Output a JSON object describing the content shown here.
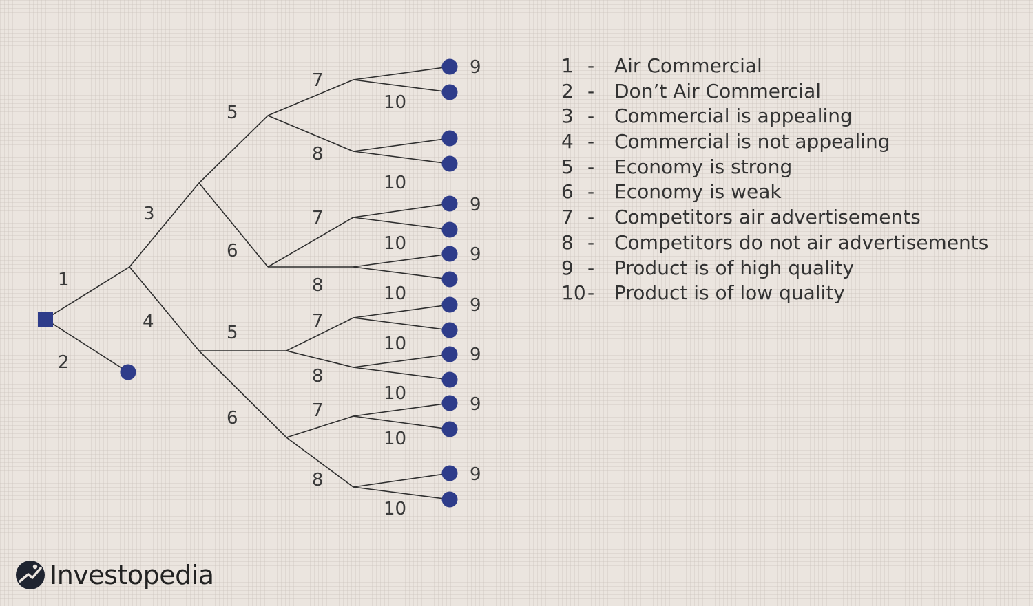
{
  "diagram": {
    "edge_labels": {
      "air": "1",
      "dont_air": "2",
      "appealing": "3",
      "not_appealing": "4",
      "a_strong": "5",
      "a_weak": "6",
      "as_comp_air": "7",
      "as_comp_not": "8",
      "aw_comp_air": "7",
      "aw_comp_not": "8",
      "n_strong": "5",
      "n_weak": "6",
      "ns_comp_air": "7",
      "ns_comp_not": "8",
      "nw_comp_air": "7",
      "nw_comp_not": "8",
      "q1_low": "10",
      "q2_low": "10",
      "q3_low": "10",
      "q4_low": "10",
      "q5_low": "10",
      "q6_low": "10",
      "q7_low": "10",
      "q8_low": "10",
      "leaf1_high": "9",
      "leaf3_high": "9",
      "leaf4_high": "9",
      "leaf5_high": "9",
      "leaf6_high": "9",
      "leaf7_high": "9",
      "leaf8_high": "9"
    },
    "colors": {
      "node": "#2e3c8a",
      "edge": "#2e2e2e",
      "background": "#ebe5df"
    }
  },
  "legend": [
    {
      "num": "1",
      "dash": "-",
      "label": "Air Commercial"
    },
    {
      "num": "2",
      "dash": "-",
      "label": "Don’t Air Commercial"
    },
    {
      "num": "3",
      "dash": "-",
      "label": "Commercial is appealing"
    },
    {
      "num": "4",
      "dash": "-",
      "label": "Commercial is not appealing"
    },
    {
      "num": "5",
      "dash": "-",
      "label": "Economy is strong"
    },
    {
      "num": "6",
      "dash": "-",
      "label": "Economy is weak"
    },
    {
      "num": "7",
      "dash": "-",
      "label": "Competitors air advertisements"
    },
    {
      "num": "8",
      "dash": "-",
      "label": "Competitors do not air advertisements"
    },
    {
      "num": "9",
      "dash": "-",
      "label": "Product is of high quality"
    },
    {
      "num": "10",
      "dash": "-",
      "label": "Product is of low quality"
    }
  ],
  "brand": {
    "name": "Investopedia",
    "icon": "investopedia-logo-icon"
  }
}
